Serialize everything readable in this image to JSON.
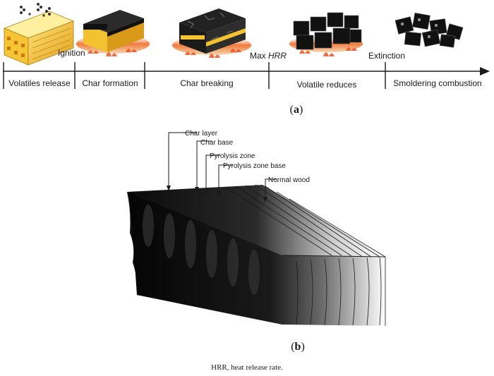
{
  "panel_a": {
    "events": {
      "ignition": "Ignition",
      "max_hrr_prefix": "Max",
      "max_hrr_italic": "HRR",
      "extinction": "Extinction"
    },
    "stages": [
      "Volatiles release",
      "Char formation",
      "Char breaking",
      "Volatile reduces",
      "Smoldering combustion"
    ],
    "label": "a"
  },
  "panel_b": {
    "layers": [
      "Char layer",
      "Char base",
      "Pyrolysis zone",
      "Pyrolysis zone base",
      "Normal wood"
    ],
    "label": "b"
  },
  "caption": "HRR, heat release rate.",
  "colors": {
    "wood": "#f2c230",
    "wood_dark": "#c98a10",
    "char": "#1c1c1c",
    "flame": "#e8562a",
    "line": "#1a1a1a"
  }
}
